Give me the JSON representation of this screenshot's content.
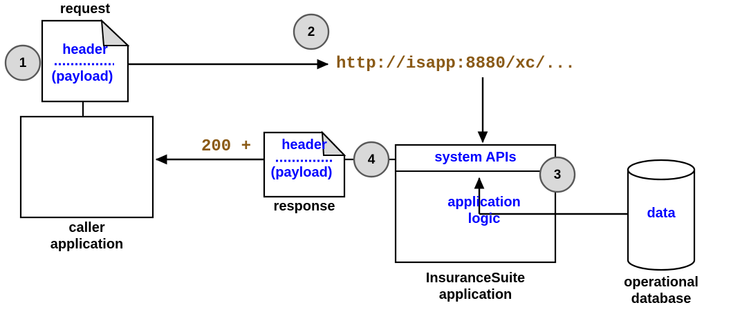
{
  "diagram": {
    "title": "InsuranceSuite REST API request/response flow",
    "colors": {
      "blue_text": "#0000ff",
      "brown_text": "#8a5a16",
      "black_text": "#000000",
      "badge_fill": "#d9d9d9",
      "badge_stroke": "#595959",
      "fold_fill": "#d9d9d9",
      "shape_stroke": "#000000",
      "background": "#ffffff"
    },
    "steps": [
      {
        "id": "step-1",
        "number": "1"
      },
      {
        "id": "step-2",
        "number": "2"
      },
      {
        "id": "step-3",
        "number": "3"
      },
      {
        "id": "step-4",
        "number": "4"
      }
    ],
    "nodes": {
      "request_doc": {
        "caption": "request",
        "line1": "header",
        "line2": "(payload)"
      },
      "response_doc": {
        "caption": "response",
        "line1": "header",
        "line2": "(payload)"
      },
      "caller": {
        "caption_line1": "caller",
        "caption_line2": "application"
      },
      "insurancesuite": {
        "top_band_label": "system APIs",
        "body_label_line1": "application",
        "body_label_line2": "logic",
        "caption_line1": "InsuranceSuite",
        "caption_line2": "application"
      },
      "database": {
        "inner_label": "data",
        "caption_line1": "operational",
        "caption_line2": "database"
      }
    },
    "annotations": {
      "url": "http://isapp:8880/xc/...",
      "status": "200 +"
    }
  }
}
